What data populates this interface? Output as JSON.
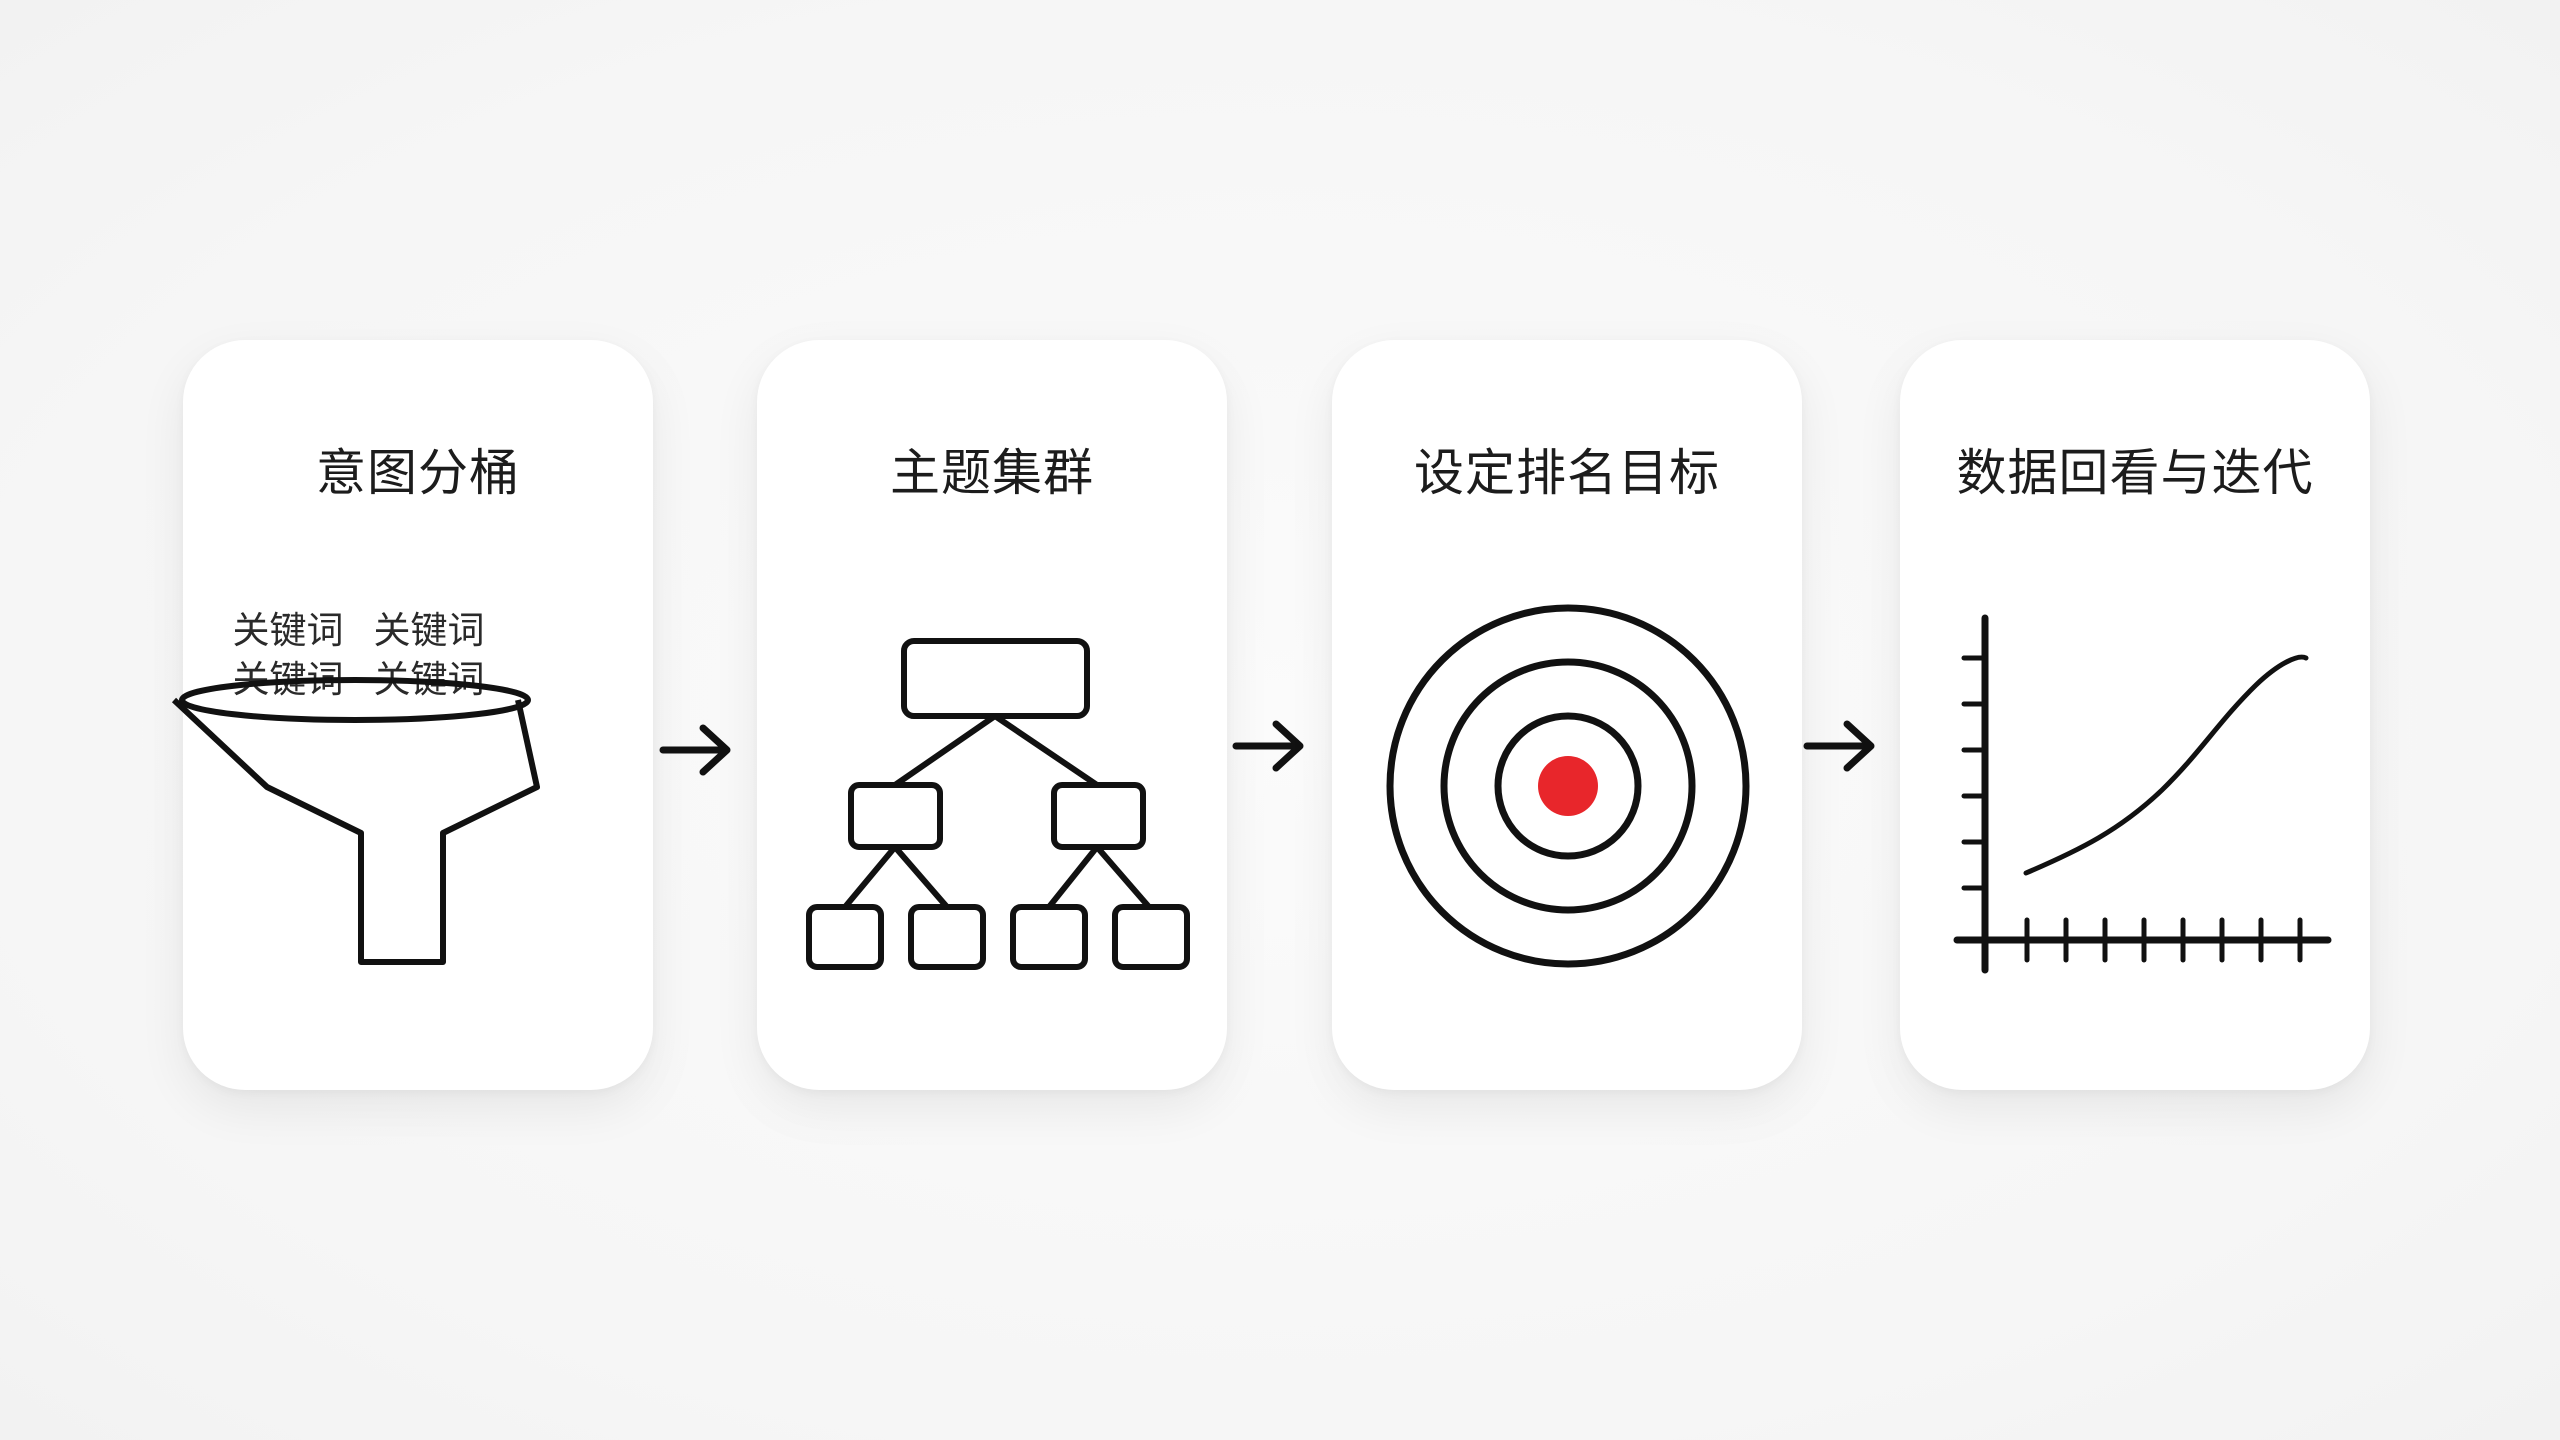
{
  "steps": [
    {
      "title": "意图分桶",
      "icon": "funnel-icon",
      "keywords": [
        "关键词",
        "关键词",
        "关键词",
        "关键词"
      ]
    },
    {
      "title": "主题集群",
      "icon": "hierarchy-tree-icon"
    },
    {
      "title": "设定排名目标",
      "icon": "target-icon"
    },
    {
      "title": "数据回看与迭代",
      "icon": "growth-chart-icon"
    }
  ],
  "colors": {
    "stroke": "#111111",
    "bullseye": "#e8262b",
    "card": "#ffffff",
    "background": "#f7f7f7"
  },
  "connectors": [
    "arrow-right-icon",
    "arrow-right-icon",
    "arrow-right-icon"
  ]
}
